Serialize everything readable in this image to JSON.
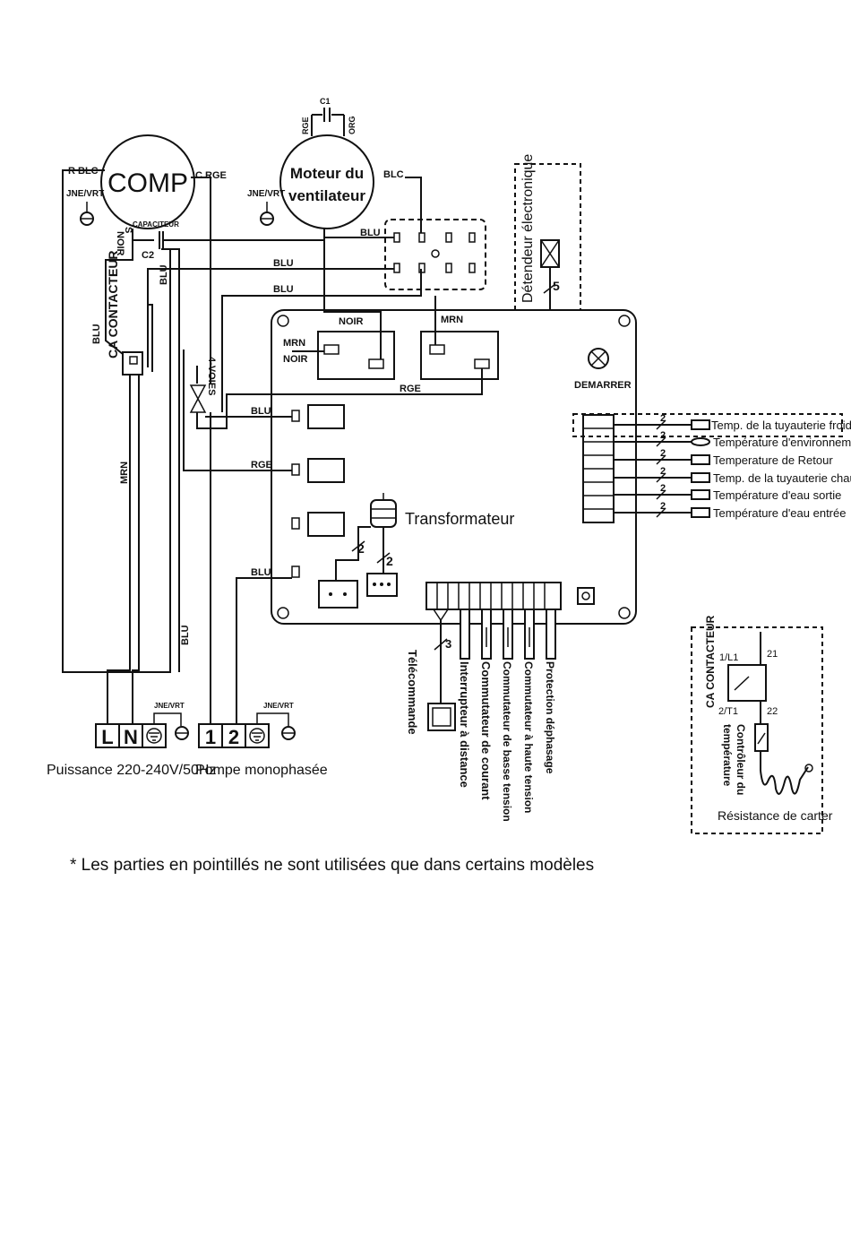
{
  "compressor": {
    "label": "COMP",
    "wire_r": "R BLC",
    "wire_c": "C RGE",
    "wire_s": "S",
    "wire_noir": "NOIR",
    "ground": "JNE/VRT"
  },
  "capacitor": {
    "label": "CAPACITEUR",
    "name": "C2"
  },
  "fan_motor": {
    "line1": "Moteur du",
    "line2": "ventilateur",
    "cap": "C1",
    "wire_rge": "RGE",
    "wire_org": "ORG",
    "wire_blc": "BLC",
    "ground": "JNE/VRT"
  },
  "contactor": {
    "label": "CA CONTACTEUR"
  },
  "valve": {
    "label": "4-VOIES"
  },
  "expansion": {
    "label": "Détendeur électronique",
    "count": "5"
  },
  "wires": {
    "blu": "BLU",
    "noir": "NOIR",
    "mrn": "MRN",
    "rge": "RGE",
    "blu_v": "BLU",
    "mrn_v": "MRN",
    "blu_low": "BLU"
  },
  "board": {
    "start": "DEMARRER",
    "transformer": "Transformateur",
    "count2": "2",
    "count3": "3"
  },
  "sensors": [
    {
      "label": "Temp. de la tuyauterie froide",
      "count": "2"
    },
    {
      "label": "Température d'environnement",
      "count": "2"
    },
    {
      "label": "Temperature de Retour",
      "count": "2"
    },
    {
      "label": "Temp. de la tuyauterie chaude",
      "count": "2"
    },
    {
      "label": "Température d'eau sortie",
      "count": "2"
    },
    {
      "label": "Température d'eau entrée",
      "count": "2"
    }
  ],
  "bottom_connectors": [
    "Télécommande",
    "Interrupteur à distance",
    "Commutateur de courant",
    "Commutateur de basse tension",
    "Commutateur à haute tension",
    "Protection déphasage"
  ],
  "power": {
    "l": "L",
    "n": "N",
    "ground": "JNE/VRT",
    "caption": "Puissance 220-240V/50Hz"
  },
  "pump": {
    "t1": "1",
    "t2": "2",
    "ground": "JNE/VRT",
    "caption": "Pompe monophasée"
  },
  "heater": {
    "contactor": "CA CONTACTEUR",
    "l1": "1/L1",
    "t1": "2/T1",
    "n21": "21",
    "n22": "22",
    "controller_line1": "Contrôleur du",
    "controller_line2": "température",
    "caption": "Résistance de carter"
  },
  "footnote": "* Les parties en pointillés ne sont utilisées que dans certains modèles"
}
